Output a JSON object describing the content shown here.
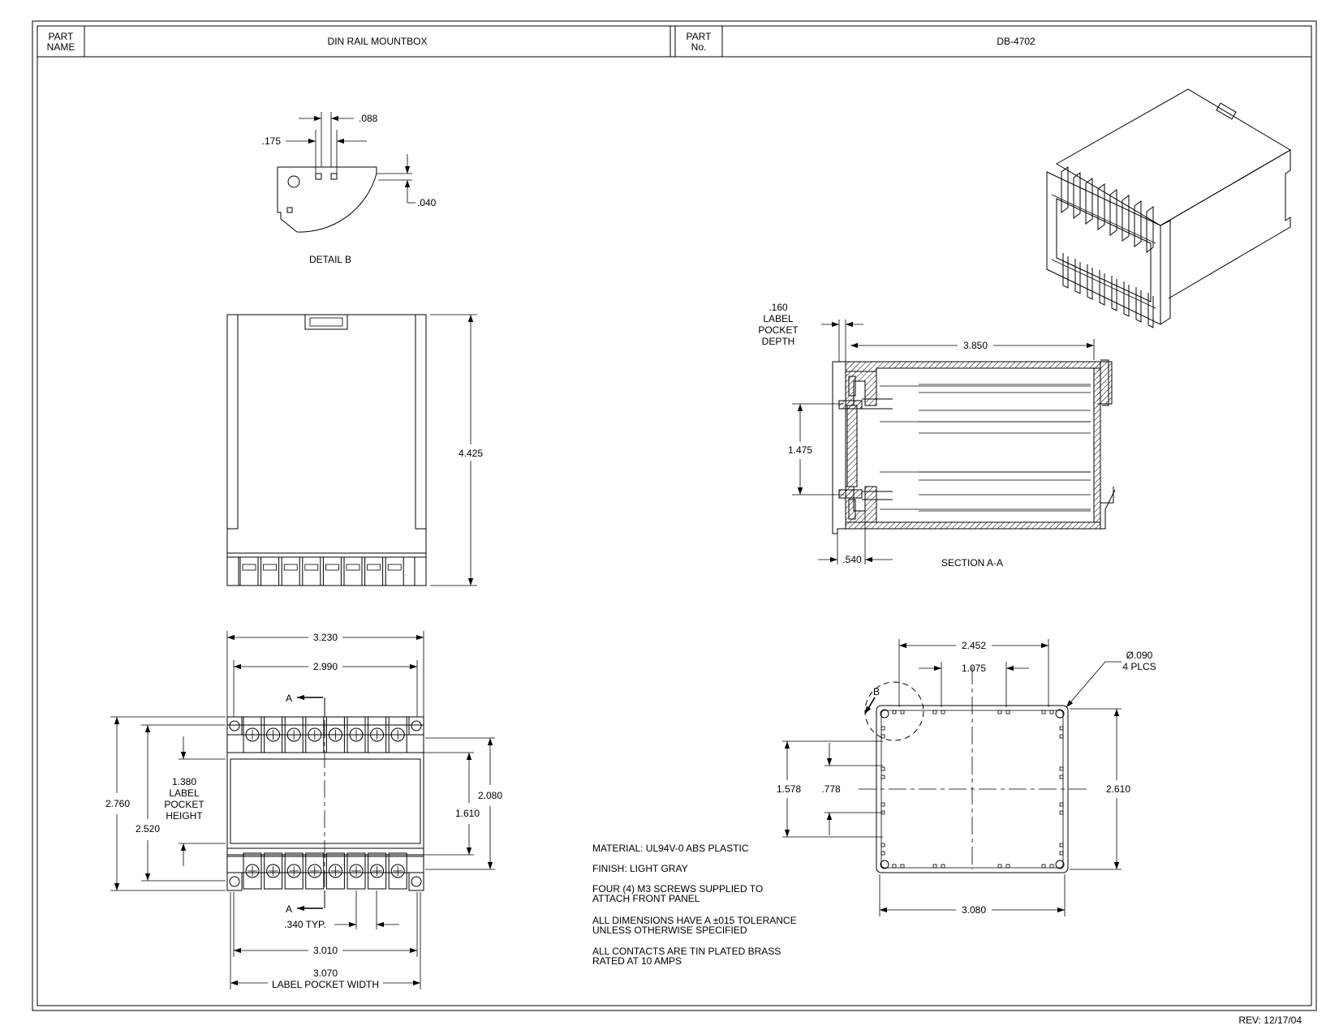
{
  "title_block": {
    "part_name_label": "PART NAME",
    "part_name_label_l1": "PART",
    "part_name_label_l2": "NAME",
    "part_name": "DIN RAIL MOUNTBOX",
    "part_no_label_l1": "PART",
    "part_no_label_l2": "No.",
    "part_no": "DB-4702"
  },
  "detail_b": {
    "caption": "DETAIL B",
    "dim_088": ".088",
    "dim_175": ".175",
    "dim_040": ".040"
  },
  "front_view": {
    "dim_height": "4.425"
  },
  "section_aa": {
    "caption": "SECTION A-A",
    "label_pocket_depth_value": ".160",
    "label_pocket_depth_l1": "LABEL",
    "label_pocket_depth_l2": "POCKET",
    "label_pocket_depth_l3": "DEPTH",
    "dim_depth": "3.850",
    "dim_1475": "1.475",
    "dim_540": ".540"
  },
  "top_view": {
    "dim_3230": "3.230",
    "dim_2990": "2.990",
    "section_marker": "A",
    "dim_2760": "2.760",
    "dim_2520": "2.520",
    "label_pocket_height_value": "1.380",
    "label_pocket_height_l1": "LABEL",
    "label_pocket_height_l2": "POCKET",
    "label_pocket_height_l3": "HEIGHT",
    "dim_2080": "2.080",
    "dim_1610": "1.610",
    "dim_340": ".340 TYP.",
    "dim_3010": "3.010",
    "label_pocket_width_value": "3.070",
    "label_pocket_width_label": "LABEL POCKET WIDTH"
  },
  "bottom_view": {
    "dim_2452": "2.452",
    "dim_1075": "1.075",
    "hole_dia": "Ø.090",
    "hole_count": "4 PLCS",
    "detail_marker": "B",
    "dim_1578": "1.578",
    "dim_778": ".778",
    "dim_2610": "2.610",
    "dim_3080": "3.080"
  },
  "notes": [
    [
      "MATERIAL: UL94V-0 ABS PLASTIC"
    ],
    [
      "FINISH: LIGHT GRAY"
    ],
    [
      "FOUR (4) M3 SCREWS SUPPLIED TO",
      "ATTACH FRONT PANEL"
    ],
    [
      "ALL DIMENSIONS HAVE A ±015 TOLERANCE",
      "UNLESS OTHERWISE SPECIFIED"
    ],
    [
      "ALL CONTACTS ARE TIN PLATED BRASS",
      "RATED AT 10 AMPS"
    ]
  ],
  "revision": "REV: 12/17/04"
}
